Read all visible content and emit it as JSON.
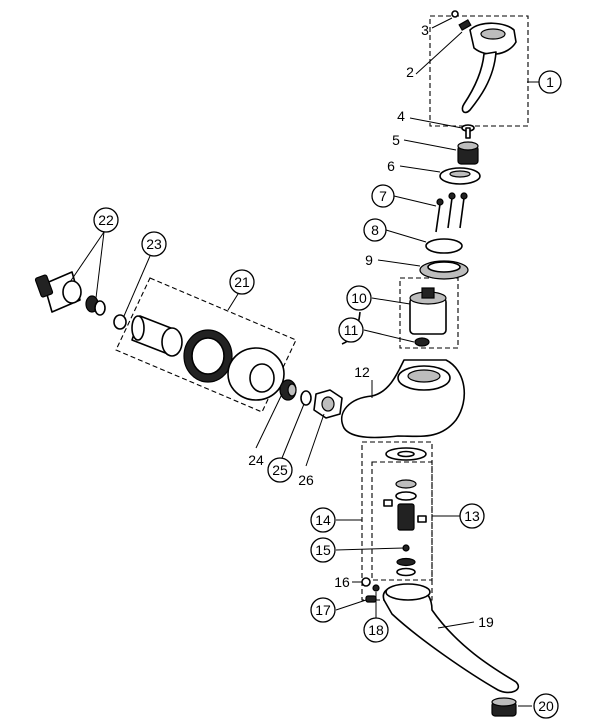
{
  "diagram": {
    "callouts": [
      {
        "id": "c1",
        "label": "1",
        "circled": true
      },
      {
        "id": "c2",
        "label": "2",
        "circled": false
      },
      {
        "id": "c3",
        "label": "3",
        "circled": false
      },
      {
        "id": "c4",
        "label": "4",
        "circled": false
      },
      {
        "id": "c5",
        "label": "5",
        "circled": false
      },
      {
        "id": "c6",
        "label": "6",
        "circled": false
      },
      {
        "id": "c7",
        "label": "7",
        "circled": true
      },
      {
        "id": "c8",
        "label": "8",
        "circled": true
      },
      {
        "id": "c9",
        "label": "9",
        "circled": false
      },
      {
        "id": "c10",
        "label": "10",
        "circled": true
      },
      {
        "id": "c11",
        "label": "11",
        "circled": true
      },
      {
        "id": "c12",
        "label": "12",
        "circled": false
      },
      {
        "id": "c13",
        "label": "13",
        "circled": true
      },
      {
        "id": "c14",
        "label": "14",
        "circled": true
      },
      {
        "id": "c15",
        "label": "15",
        "circled": true
      },
      {
        "id": "c16",
        "label": "16",
        "circled": false
      },
      {
        "id": "c17",
        "label": "17",
        "circled": true
      },
      {
        "id": "c18",
        "label": "18",
        "circled": true
      },
      {
        "id": "c19",
        "label": "19",
        "circled": false
      },
      {
        "id": "c20",
        "label": "20",
        "circled": true
      },
      {
        "id": "c21",
        "label": "21",
        "circled": true
      },
      {
        "id": "c22",
        "label": "22",
        "circled": true
      },
      {
        "id": "c23",
        "label": "23",
        "circled": true
      },
      {
        "id": "c24",
        "label": "24",
        "circled": false
      },
      {
        "id": "c25",
        "label": "25",
        "circled": true
      },
      {
        "id": "c26",
        "label": "26",
        "circled": false
      }
    ]
  }
}
